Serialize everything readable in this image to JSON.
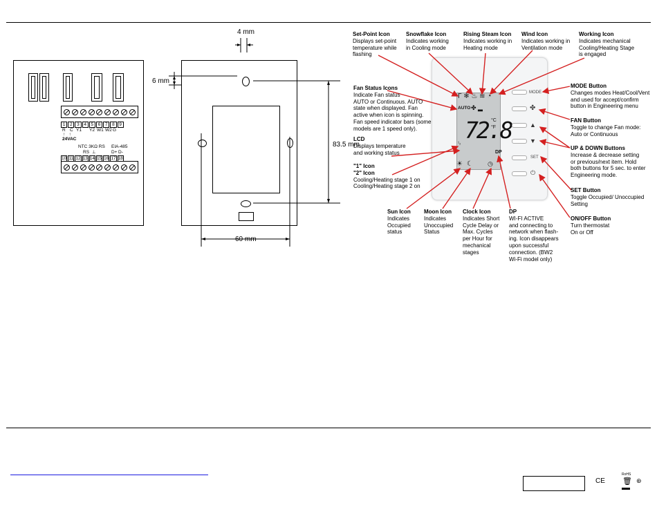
{
  "dimensions": {
    "top_offset": "4 mm",
    "hole_offset": "6 mm",
    "height": "83.5 mm",
    "width": "60 mm"
  },
  "wiring": {
    "top_numbers": [
      "1",
      "2",
      "3",
      "4",
      "5",
      "6",
      "7",
      "8",
      "9"
    ],
    "top_labels": [
      "R",
      "C",
      "Y1",
      "Y2",
      "W1",
      "W2",
      "G"
    ],
    "voltage": "24VAC",
    "mid_labels": [
      "NTC 3KΩ RS",
      "EIA-485"
    ],
    "mid_labels2": [
      "RS",
      "⊥",
      "D+",
      "D-"
    ],
    "bottom_numbers": [
      "10",
      "11",
      "12",
      "13",
      "14",
      "15",
      "16",
      "17",
      "18"
    ]
  },
  "lcd": {
    "temp": "72.8",
    "unit_c": "°C",
    "unit_f": "°F",
    "auto": "AUTO",
    "dp": "DP"
  },
  "buttons": {
    "mode": "MODE",
    "set": "SET"
  },
  "annotations": {
    "setpoint": {
      "title": "Set-Point Icon",
      "lines": [
        "Displays set-point",
        "temperature while",
        "flashing"
      ]
    },
    "snowflake": {
      "title": "Snowflake Icon",
      "lines": [
        "Indicates working",
        "in Cooling mode"
      ]
    },
    "steam": {
      "title": "Rising Steam Icon",
      "lines": [
        "Indicates working in",
        "Heating mode"
      ]
    },
    "wind": {
      "title": "Wind Icon",
      "lines": [
        "Indicates working in",
        "Ventilation mode"
      ]
    },
    "working": {
      "title": "Working Icon",
      "lines": [
        "Indicates mechanical",
        "Cooling/Heating Stage",
        "is engaged"
      ]
    },
    "fanstatus": {
      "title": "Fan Status Icons",
      "lines": [
        "Indicate Fan status",
        "AUTO or Continuous. AUTO",
        "state when displayed. Fan",
        "active when icon is spinning.",
        "Fan speed indicator bars (some",
        "models are 1 speed only)."
      ]
    },
    "lcd": {
      "title": "LCD",
      "lines": [
        "Displays temperature",
        "and working status"
      ]
    },
    "stage": {
      "title": "\"1\" Icon",
      "title2": "\"2\" Icon",
      "lines": [
        "Cooling/Heating stage 1 on",
        "Cooling/Heating stage 2 on"
      ]
    },
    "sun": {
      "title": "Sun Icon",
      "lines": [
        "Indicates",
        "Occupied",
        "status"
      ]
    },
    "moon": {
      "title": "Moon Icon",
      "lines": [
        "Indicates",
        "Unoccupied",
        "Status"
      ]
    },
    "clock": {
      "title": "Clock Icon",
      "lines": [
        "Indicates Short",
        "Cycle Delay or",
        "Max. Cycles",
        "per Hour for",
        "mechanical",
        "stages"
      ]
    },
    "dp": {
      "title": "DP",
      "lines": [
        "WI-FI ACTIVE",
        "and connecting to",
        "network when flash-",
        "ing. Icon disappears",
        "upon successful",
        "connection. (BW2",
        "Wi-Fi model only)"
      ]
    },
    "mode": {
      "title": "MODE Button",
      "lines": [
        "Changes modes Heat/Cool/Vent",
        "and used for accept/confirm",
        "button in Engineering menu"
      ]
    },
    "fan": {
      "title": "FAN Button",
      "lines": [
        "Toggle to change Fan mode:",
        "Auto or Continuous"
      ]
    },
    "updown": {
      "title": "UP & DOWN Buttons",
      "lines": [
        "Increase & decrease setting",
        "or previous/next item. Hold",
        "both buttons for 5 sec. to enter",
        "Engineering mode."
      ]
    },
    "set": {
      "title": "SET Button",
      "lines": [
        "Toggle Occupied/ Unoccupied",
        "Setting"
      ]
    },
    "onoff": {
      "title": "ON/OFF Button",
      "lines": [
        "Turn thermostat",
        "On or Off"
      ]
    }
  },
  "footer": {
    "ce": "CE",
    "rohs": "RoHS"
  }
}
